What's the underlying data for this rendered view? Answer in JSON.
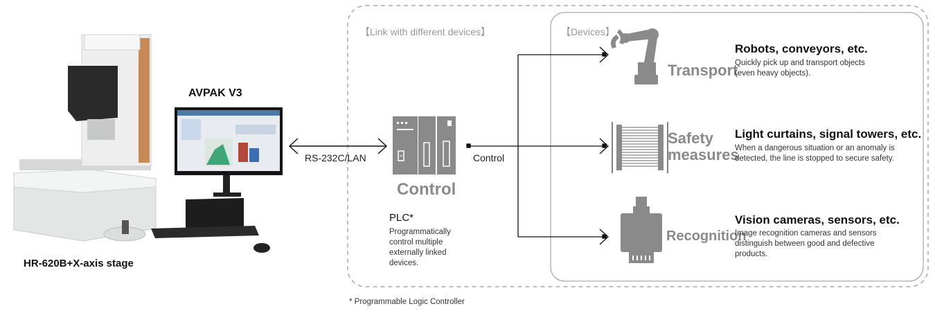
{
  "left": {
    "machine_label": "HR-620B+X-axis stage",
    "software_label": "AVPAK V3",
    "link_label": "RS-232C/LAN"
  },
  "link_box": {
    "title": "【Link with different devices】"
  },
  "control": {
    "name": "Control",
    "arrow_label": "Control",
    "plc_title": "PLC*",
    "plc_desc": [
      "Programmatically",
      "control multiple",
      "externally linked",
      "devices."
    ]
  },
  "devices_box": {
    "title": "【Devices】",
    "items": [
      {
        "icon": "robot-arm-icon",
        "name_lines": [
          "Transport"
        ],
        "title": "Robots, conveyors, etc.",
        "desc": [
          "Quickly pick up and transport objects",
          "(even heavy objects)."
        ]
      },
      {
        "icon": "light-curtain-icon",
        "name_lines": [
          "Safety",
          "measures"
        ],
        "title": "Light curtains, signal towers, etc.",
        "desc": [
          "When a dangerous situation or an anomaly is",
          "detected, the line is stopped to secure safety."
        ]
      },
      {
        "icon": "vision-camera-icon",
        "name_lines": [
          "Recognition"
        ],
        "title": "Vision cameras, sensors, etc.",
        "desc": [
          "Image recognition cameras and sensors",
          "distinguish between good and defective",
          "products."
        ]
      }
    ]
  },
  "footnote": "* Programmable Logic Controller",
  "colors": {
    "icon_gray": "#8a8a8a",
    "border_gray": "#aaaaaa",
    "line": "#111111"
  }
}
